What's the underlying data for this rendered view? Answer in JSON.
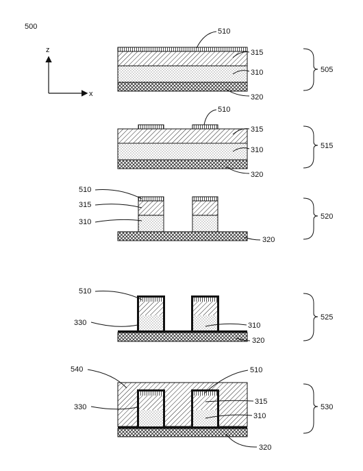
{
  "figure": {
    "figure_number": "500",
    "axes": {
      "z_label": "z",
      "x_label": "x"
    },
    "steps": [
      {
        "id": "505",
        "labels": [
          "510",
          "315",
          "310",
          "320"
        ]
      },
      {
        "id": "515",
        "labels": [
          "510",
          "315",
          "310",
          "320"
        ]
      },
      {
        "id": "520",
        "labels": [
          "510",
          "315",
          "310",
          "320"
        ]
      },
      {
        "id": "525",
        "labels": [
          "510",
          "330",
          "310",
          "320"
        ]
      },
      {
        "id": "530",
        "labels": [
          "540",
          "510",
          "330",
          "315",
          "310",
          "320"
        ]
      }
    ]
  }
}
